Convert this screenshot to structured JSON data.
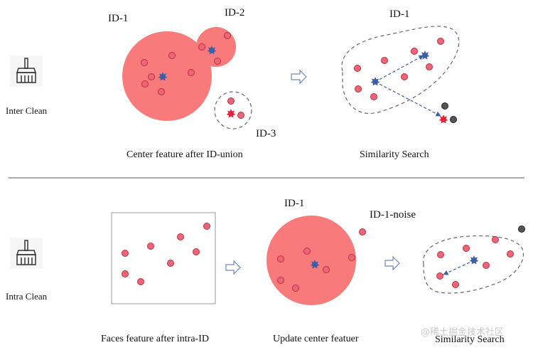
{
  "top": {
    "side_label": "Inter Clean",
    "id1": "ID-1",
    "id2": "ID-2",
    "id3": "ID-3",
    "caption_left": "Center feature after ID-union",
    "right_id": "ID-1",
    "caption_right": "Similarity Search"
  },
  "bottom": {
    "side_label": "Intra Clean",
    "caption_left": "Faces feature after intra-ID",
    "id1": "ID-1",
    "noise": "ID-1-noise",
    "caption_mid": "Update center featuer",
    "caption_right": "Similarity Search"
  },
  "watermark": "@稀土掘金技术社区",
  "icons": {
    "broom": "broom-icon",
    "center": "star-burst-icon",
    "flow": "hollow-arrow-icon"
  },
  "colors": {
    "point": "#ef6477",
    "cluster": "#f97a7a",
    "center": "#3a5ea8",
    "outlier_center": "#e8203a",
    "noise_point": "#555555"
  }
}
